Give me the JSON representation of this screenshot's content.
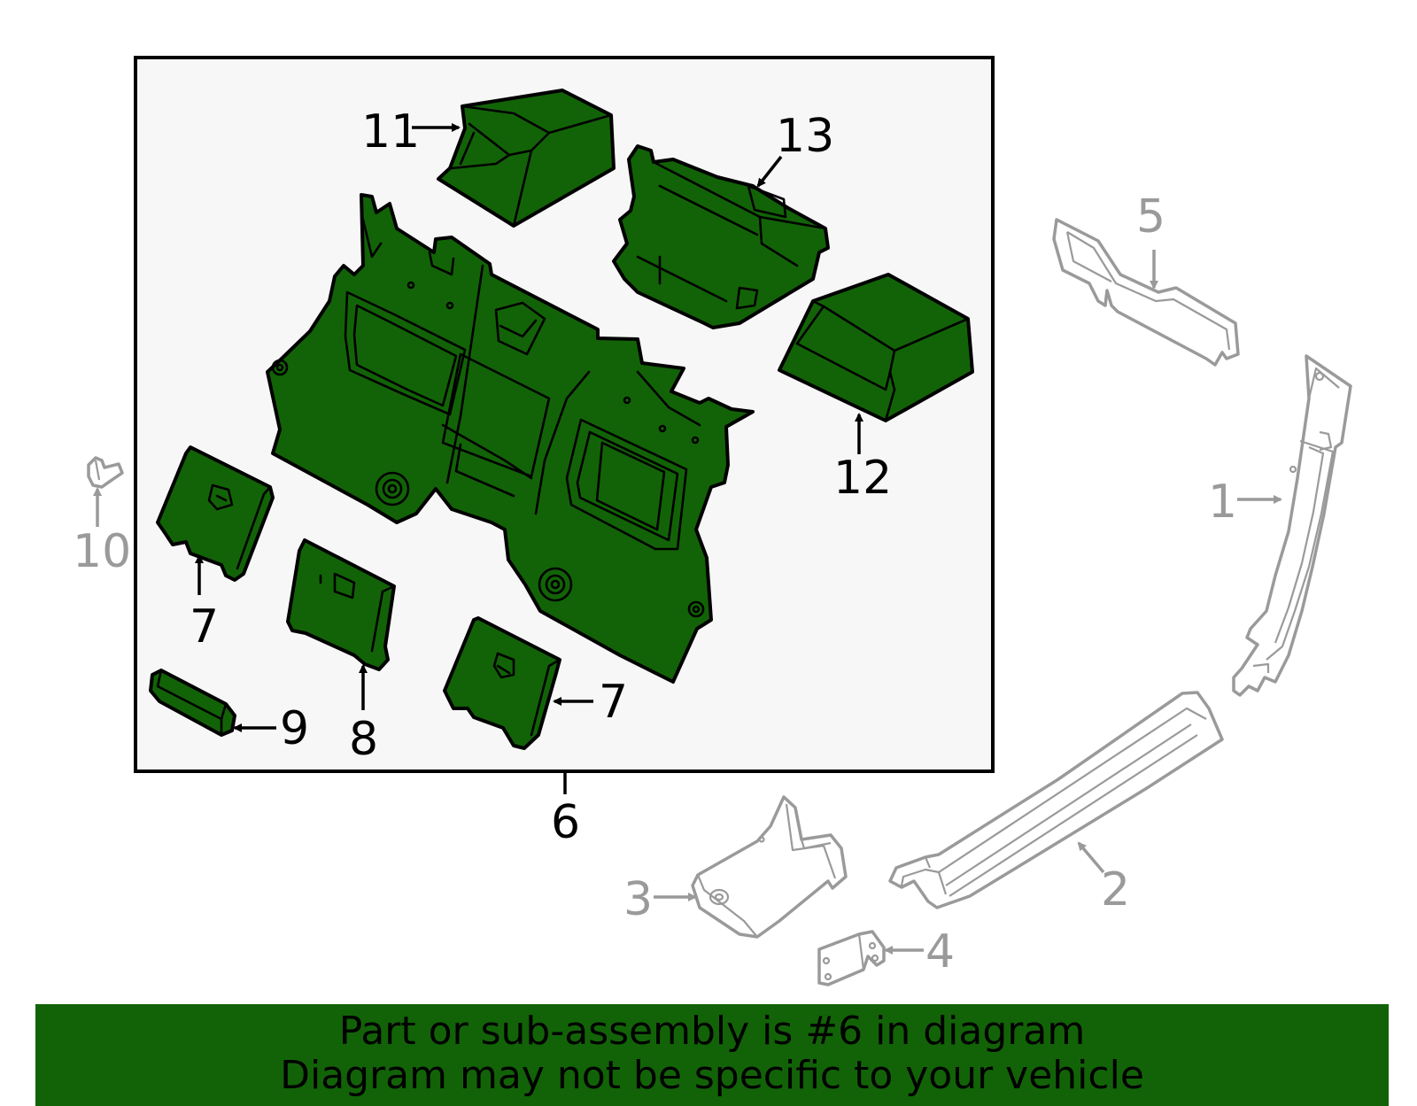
{
  "diagram": {
    "callouts": [
      {
        "id": "1",
        "text": "1",
        "highlighted": false
      },
      {
        "id": "2",
        "text": "2",
        "highlighted": false
      },
      {
        "id": "3",
        "text": "3",
        "highlighted": false
      },
      {
        "id": "4",
        "text": "4",
        "highlighted": false
      },
      {
        "id": "5",
        "text": "5",
        "highlighted": false
      },
      {
        "id": "6",
        "text": "6",
        "highlighted": true
      },
      {
        "id": "7a",
        "text": "7",
        "highlighted": true
      },
      {
        "id": "7b",
        "text": "7",
        "highlighted": true
      },
      {
        "id": "8",
        "text": "8",
        "highlighted": true
      },
      {
        "id": "9",
        "text": "9",
        "highlighted": true
      },
      {
        "id": "10",
        "text": "10",
        "highlighted": false
      },
      {
        "id": "11",
        "text": "11",
        "highlighted": true
      },
      {
        "id": "12",
        "text": "12",
        "highlighted": true
      },
      {
        "id": "13",
        "text": "13",
        "highlighted": true
      }
    ],
    "colors": {
      "highlight_fill": "#126307",
      "outline": "#000000",
      "inactive": "#9a9a9a",
      "box_background": "#f7f7f7"
    }
  },
  "banner": {
    "line1": "Part or sub-assembly is #6 in diagram",
    "line2": "Diagram may not be specific to your vehicle",
    "background": "#126307"
  }
}
